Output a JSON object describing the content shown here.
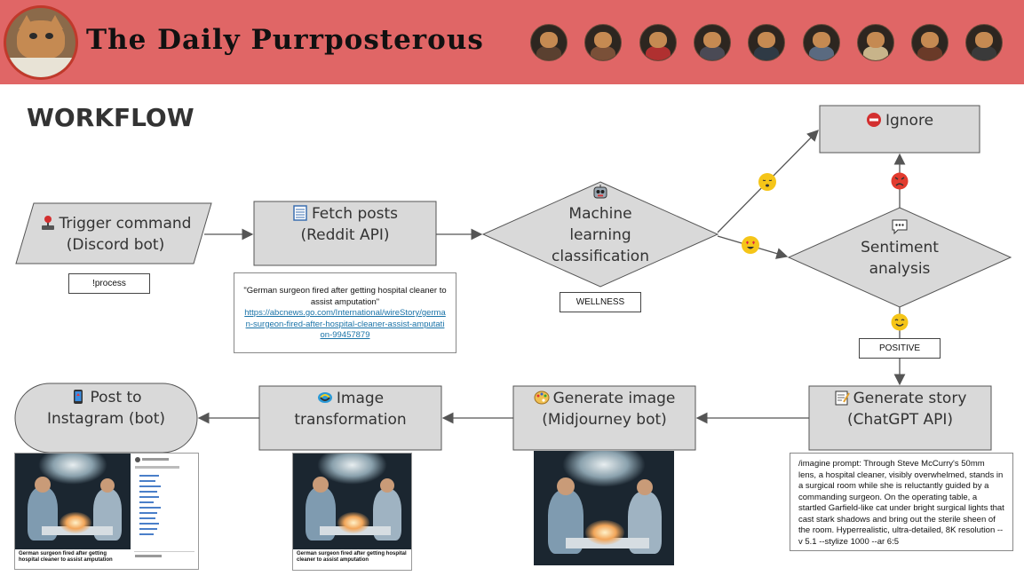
{
  "header": {
    "site_title": "The Daily Purrposterous",
    "logo": "cat-newspaper-logo",
    "avatars": [
      {
        "icon": "cat-avatar-1",
        "color": "#5a4030"
      },
      {
        "icon": "cat-avatar-2",
        "color": "#7a5038"
      },
      {
        "icon": "cat-avatar-3",
        "color": "#b03030"
      },
      {
        "icon": "cat-avatar-4",
        "color": "#4a4a55"
      },
      {
        "icon": "cat-avatar-5",
        "color": "#2f3a45"
      },
      {
        "icon": "cat-avatar-6",
        "color": "#5a6a80"
      },
      {
        "icon": "cat-avatar-7",
        "color": "#c8b48a"
      },
      {
        "icon": "cat-avatar-8",
        "color": "#6a3a28"
      },
      {
        "icon": "cat-avatar-9",
        "color": "#3a3a3a"
      }
    ],
    "background": "#e06666"
  },
  "workflow_title": "WORKFLOW",
  "nodes": {
    "trigger": {
      "icon": "joystick-icon",
      "line1": "Trigger command",
      "line2": "(Discord bot)",
      "tag": "!process"
    },
    "fetch": {
      "icon": "spreadsheet-icon",
      "line1": "Fetch posts",
      "line2": "(Reddit API)",
      "note_quote": "\"German surgeon fired after getting hospital cleaner to assist amputation\"",
      "note_link": "https://abcnews.go.com/International/wireStory/german-surgeon-fired-after-hospital-cleaner-assist-amputation-99457879"
    },
    "ml": {
      "icon": "robot-icon",
      "line1": "Machine",
      "line2": "learning",
      "line3": "classification",
      "tag": "WELLNESS"
    },
    "ignore": {
      "icon": "no-entry-icon",
      "label": "Ignore"
    },
    "sentiment": {
      "icon": "speech-bubble-icon",
      "line1": "Sentiment",
      "line2": "analysis",
      "tag": "POSITIVE"
    },
    "story": {
      "icon": "memo-icon",
      "line1": "Generate story",
      "line2": "(ChatGPT API)",
      "prompt": "/imagine prompt: Through Steve McCurry's 50mm lens, a hospital cleaner, visibly overwhelmed, stands in a surgical room while she is reluctantly guided by a commanding surgeon. On the operating table, a startled Garfield-like cat under bright surgical lights that cast stark shadows and bring out the sterile sheen of the room. Hyperrealistic, ultra-detailed, 8K resolution --v 5.1 --stylize 1000 --ar 6:5"
    },
    "image": {
      "icon": "palette-icon",
      "line1": "Generate image",
      "line2": "(Midjourney bot)"
    },
    "transform": {
      "icon": "transform-icon",
      "line1": "Image",
      "line2": "transformation"
    },
    "instagram": {
      "icon": "mobile-phone-icon",
      "line1": "Post to",
      "line2": "Instagram (bot)"
    }
  },
  "edge_emojis": {
    "to_ignore": "sleepy-face-emoji",
    "to_sentiment": "heart-eyes-emoji",
    "negative": "angry-face-emoji",
    "positive": "smiling-face-emoji"
  },
  "thumb_caption": "German surgeon fired after getting hospital cleaner to assist amputation",
  "colors": {
    "node_fill": "#d9d9d9",
    "node_stroke": "#555555",
    "arrow": "#555555",
    "link": "#1a73a8"
  }
}
